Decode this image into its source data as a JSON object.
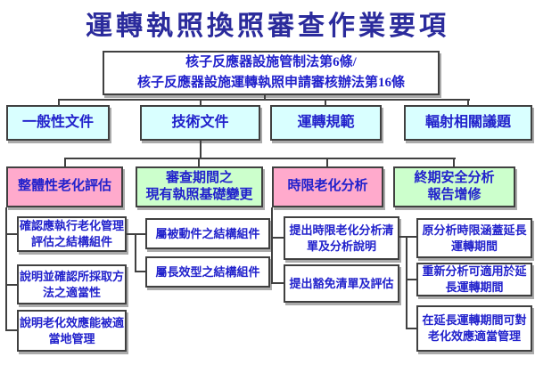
{
  "page_title": "運轉執照換照審查作業要項",
  "colors": {
    "title_text": "#2b2b9c",
    "node_text": "#2121cc",
    "node_border": "#404040",
    "shadow": "#ababab",
    "category_fill": "#d9ffff",
    "aging_topic_fill": "#ffaacc",
    "supplement_topic_fill": "#ccffcc",
    "detail_fill": "#ffffff"
  },
  "tree": {
    "law_basis": {
      "label": "核子反應器設施管制法第6條/\n核子反應器設施運轉執照申請審核辦法第16條"
    },
    "categories": [
      {
        "label": "一般性文件"
      },
      {
        "label": "技術文件"
      },
      {
        "label": "運轉規範"
      },
      {
        "label": "輻射相關議題"
      }
    ],
    "technical_topics": [
      {
        "label": "整體性老化評估",
        "children": [
          {
            "label": "確認應執行老化管理\n評估之結構組件",
            "children": [
              {
                "label": "屬被動件之結構組件"
              },
              {
                "label": "屬長效型之結構組件"
              }
            ]
          },
          {
            "label": "說明並確認所採取方\n法之適當性"
          },
          {
            "label": "說明老化效應能被適\n當地管理"
          }
        ]
      },
      {
        "label": "審查期間之\n現有執照基礎變更"
      },
      {
        "label": "時限老化分析",
        "children": [
          {
            "label": "提出時限老化分析清\n單及分析說明",
            "children": [
              {
                "label": "原分析時限涵蓋延長\n運轉期間"
              },
              {
                "label": "重新分析可適用於延\n長運轉期間"
              },
              {
                "label": "在延長運轉期間可對\n老化效應適當管理"
              }
            ]
          },
          {
            "label": "提出豁免清單及評估"
          }
        ]
      },
      {
        "label": "終期安全分析\n報告增修"
      }
    ]
  }
}
